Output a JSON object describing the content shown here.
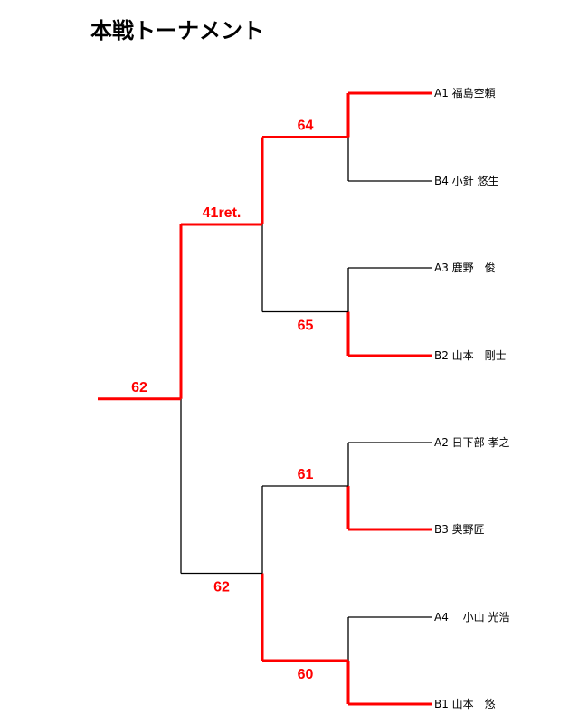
{
  "title": "本戦トーナメント",
  "colors": {
    "winner": "#ff0000",
    "loser": "#000000"
  },
  "players": [
    {
      "seed": "A1",
      "name": "福島空頼"
    },
    {
      "seed": "B4",
      "name": " 小針 悠生"
    },
    {
      "seed": "A3",
      "name": " 鹿野　俊"
    },
    {
      "seed": "B2",
      "name": " 山本　剛士"
    },
    {
      "seed": "A2",
      "name": " 日下部 孝之"
    },
    {
      "seed": "B3",
      "name": " 奥野匠"
    },
    {
      "seed": "A4",
      "name": "　小山 光浩"
    },
    {
      "seed": "B1",
      "name": " 山本　悠"
    }
  ],
  "rounds": [
    [
      {
        "score": "64",
        "winner": 0
      },
      {
        "score": "65",
        "winner": 1
      },
      {
        "score": "61",
        "winner": 1
      },
      {
        "score": "60",
        "winner": 1
      }
    ],
    [
      {
        "score": "41ret.",
        "winner": 0
      },
      {
        "score": "62",
        "winner": 1
      }
    ],
    [
      {
        "score": "62",
        "winner": 0
      }
    ]
  ]
}
